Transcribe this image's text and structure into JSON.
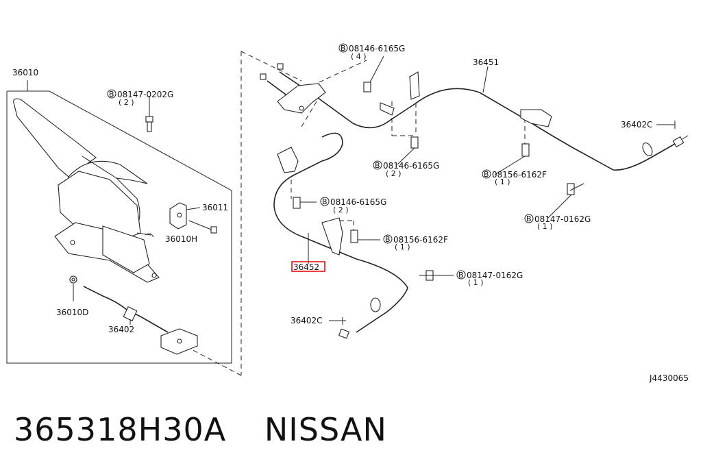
{
  "diagram": {
    "ref_code": "J4430065",
    "highlight_color": "#e00000",
    "labels": {
      "p36010": "36010",
      "p36011": "36011",
      "p36010H": "36010H",
      "p36010D": "36010D",
      "p36402": "36402",
      "p36451": "36451",
      "p36452": "36452",
      "p36402C_right": "36402C",
      "p36402C_left": "36402C"
    },
    "bolts": [
      {
        "code": "08147-0202G",
        "qty": "( 2 )"
      },
      {
        "code": "08146-6165G",
        "qty": "( 4 )"
      },
      {
        "code": "08146-6165G",
        "qty": "( 2 )"
      },
      {
        "code": "08156-6162F",
        "qty": "( 1 )"
      },
      {
        "code": "08146-6165G",
        "qty": "( 2 )"
      },
      {
        "code": "08147-0162G",
        "qty": "( 1 )"
      },
      {
        "code": "08156-6162F",
        "qty": "( 1 )"
      },
      {
        "code": "08147-0162G",
        "qty": "( 1 )"
      }
    ],
    "bolt_prefix": "B"
  },
  "caption": {
    "part_number": "365318H30A",
    "brand": "NISSAN"
  }
}
